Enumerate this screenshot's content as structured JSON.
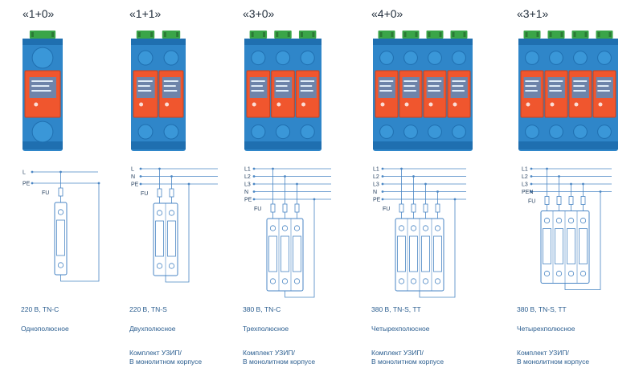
{
  "modules": [
    {
      "title": "«1+0»",
      "lines": [
        "L",
        "PE"
      ],
      "fuse_label": "FU",
      "network": "220 В, TN-C",
      "poles": "Однополюсное",
      "kit_line1": "",
      "kit_line2": ""
    },
    {
      "title": "«1+1»",
      "lines": [
        "L",
        "N",
        "PE"
      ],
      "fuse_label": "FU",
      "network": "220 В, TN-S",
      "poles": "Двухполюсное",
      "kit_line1": "Комплект УЗИП/",
      "kit_line2": "В монолитном корпусе"
    },
    {
      "title": "«3+0»",
      "lines": [
        "L1",
        "L2",
        "L3",
        "N",
        "PE"
      ],
      "fuse_label": "FU",
      "network": "380 В, TN-C",
      "poles": "Трехполюсное",
      "kit_line1": "Комплект УЗИП/",
      "kit_line2": "В монолитном корпусе"
    },
    {
      "title": "«4+0»",
      "lines": [
        "L1",
        "L2",
        "L3",
        "N",
        "PE"
      ],
      "fuse_label": "FU",
      "network": "380 В, TN-S, TT",
      "poles": "Четырехполюсное",
      "kit_line1": "Комплект УЗИП/",
      "kit_line2": "В монолитном корпусе"
    },
    {
      "title": "«3+1»",
      "lines": [
        "L1",
        "L2",
        "L3",
        "PEN"
      ],
      "fuse_label": "FU",
      "network": "380 В, TN-S, TT",
      "poles": "Четырехполюсное",
      "kit_line1": "Комплект УЗИП/",
      "kit_line2": "В монолитном корпусе"
    }
  ],
  "colors": {
    "module_orange": "#f0562e",
    "housing_blue": "#2f86c9",
    "terminal_green": "#3aa548",
    "line_blue": "#4a86c4",
    "text_blue": "#2a5d8f"
  }
}
